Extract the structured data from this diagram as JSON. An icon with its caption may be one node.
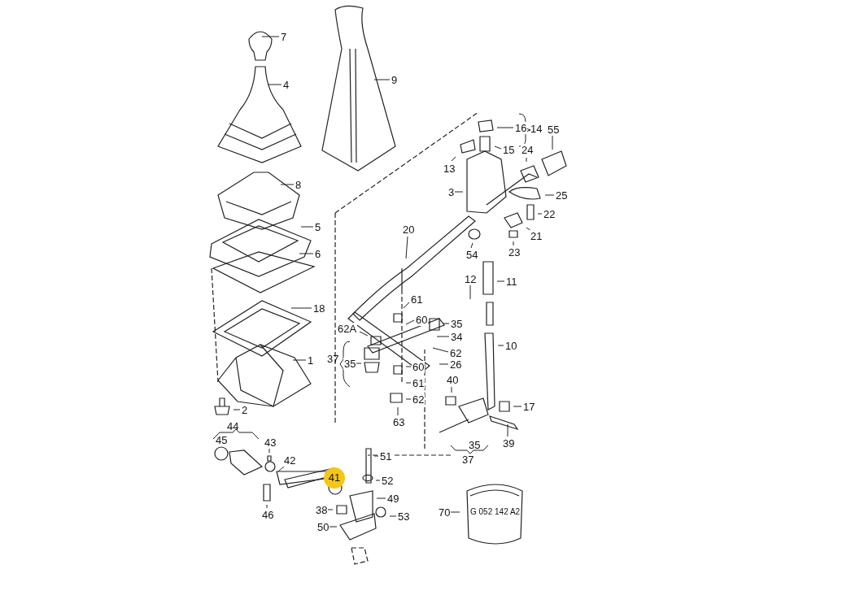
{
  "diagram": {
    "nodes": [
      {
        "text": [
          "7"
        ]
      },
      {
        "text": [
          "4"
        ]
      },
      {
        "text": [
          "9"
        ]
      },
      {
        "text": [
          "8"
        ]
      },
      {
        "text": [
          "5"
        ]
      },
      {
        "text": [
          "6"
        ]
      },
      {
        "text": [
          "18"
        ]
      },
      {
        "text": [
          "1"
        ]
      },
      {
        "text": [
          "2"
        ]
      },
      {
        "text": [
          "16"
        ]
      },
      {
        "text": [
          "15"
        ]
      },
      {
        "text": [
          "13"
        ]
      },
      {
        "text": [
          "3"
        ]
      },
      {
        "text": [
          "24"
        ]
      },
      {
        "text": [
          "55"
        ]
      },
      {
        "text": [
          "25"
        ]
      },
      {
        "text": [
          "22"
        ]
      },
      {
        "text": [
          "21"
        ]
      },
      {
        "text": [
          "23"
        ]
      },
      {
        "text": [
          "54"
        ]
      },
      {
        "text": [
          "20"
        ]
      },
      {
        "text": [
          "11"
        ]
      },
      {
        "text": [
          "12"
        ]
      },
      {
        "text": [
          "61"
        ]
      },
      {
        "text": [
          "60"
        ]
      },
      {
        "text": [
          "35"
        ]
      },
      {
        "text": [
          "62A"
        ]
      },
      {
        "text": [
          "34"
        ]
      },
      {
        "text": [
          "62"
        ]
      },
      {
        "text": [
          "10"
        ]
      },
      {
        "text": [
          "35"
        ]
      },
      {
        "text": [
          "26"
        ]
      },
      {
        "text": [
          "60"
        ]
      },
      {
        "text": [
          "61"
        ]
      },
      {
        "text": [
          "62"
        ]
      },
      {
        "text": [
          "63"
        ]
      },
      {
        "text": [
          "40"
        ]
      },
      {
        "text": [
          "17"
        ]
      },
      {
        "text": [
          "39"
        ]
      },
      {
        "text": [
          "43"
        ]
      },
      {
        "text": [
          "42"
        ]
      },
      {
        "text": [
          "46"
        ]
      },
      {
        "text": [
          "51"
        ]
      },
      {
        "text": [
          "52"
        ]
      },
      {
        "text": [
          "49"
        ]
      },
      {
        "text": [
          "38"
        ]
      },
      {
        "text": [
          "53"
        ]
      },
      {
        "text": [
          "50"
        ]
      },
      {
        "text": [
          "70"
        ]
      }
    ],
    "edges": [
      {
        "from": 0,
        "to": null,
        "arrow": "none"
      },
      {
        "from": 1,
        "to": null,
        "arrow": "none"
      },
      {
        "from": 2,
        "to": null,
        "arrow": "none"
      },
      {
        "from": 3,
        "to": null,
        "arrow": "none"
      },
      {
        "from": 4,
        "to": null,
        "arrow": "none"
      },
      {
        "from": 5,
        "to": null,
        "arrow": "none"
      },
      {
        "from": 6,
        "to": null,
        "arrow": "none"
      },
      {
        "from": 7,
        "to": null,
        "arrow": "none"
      },
      {
        "from": 8,
        "to": null,
        "arrow": "none"
      },
      {
        "from": 9,
        "to": null,
        "arrow": "none"
      },
      {
        "from": 10,
        "to": null,
        "arrow": "none"
      },
      {
        "from": 11,
        "to": null,
        "arrow": "none"
      },
      {
        "from": 12,
        "to": null,
        "arrow": "none"
      },
      {
        "from": 13,
        "to": null,
        "arrow": "none"
      },
      {
        "from": 14,
        "to": null,
        "arrow": "none"
      },
      {
        "from": 15,
        "to": null,
        "arrow": "none"
      },
      {
        "from": 16,
        "to": null,
        "arrow": "none"
      },
      {
        "from": 17,
        "to": null,
        "arrow": "none"
      },
      {
        "from": 18,
        "to": null,
        "arrow": "none"
      },
      {
        "from": 19,
        "to": null,
        "arrow": "none"
      },
      {
        "from": 20,
        "to": null,
        "arrow": "none"
      },
      {
        "from": 21,
        "to": null,
        "arrow": "none"
      },
      {
        "from": 22,
        "to": null,
        "arrow": "none"
      },
      {
        "from": 23,
        "to": null,
        "arrow": "none"
      },
      {
        "from": 24,
        "to": null,
        "arrow": "none"
      },
      {
        "from": 25,
        "to": null,
        "arrow": "none"
      },
      {
        "from": 26,
        "to": null,
        "arrow": "none"
      },
      {
        "from": 27,
        "to": null,
        "arrow": "none"
      },
      {
        "from": 28,
        "to": null,
        "arrow": "none"
      },
      {
        "from": 29,
        "to": null,
        "arrow": "none"
      },
      {
        "from": 30,
        "to": null,
        "arrow": "none"
      },
      {
        "from": 31,
        "to": null,
        "arrow": "none"
      },
      {
        "from": 32,
        "to": null,
        "arrow": "none"
      },
      {
        "from": 33,
        "to": null,
        "arrow": "none"
      },
      {
        "from": 34,
        "to": null,
        "arrow": "none"
      },
      {
        "from": 35,
        "to": null,
        "arrow": "none"
      },
      {
        "from": 36,
        "to": null,
        "arrow": "none"
      },
      {
        "from": 37,
        "to": null,
        "arrow": "none"
      },
      {
        "from": 38,
        "to": null,
        "arrow": "none"
      },
      {
        "from": 39,
        "to": null,
        "arrow": "none"
      },
      {
        "from": 40,
        "to": null,
        "arrow": "none"
      },
      {
        "from": 41,
        "to": null,
        "arrow": "none"
      },
      {
        "from": 42,
        "to": null,
        "arrow": "none"
      },
      {
        "from": 43,
        "to": null,
        "arrow": "none"
      },
      {
        "from": 44,
        "to": null,
        "arrow": "none"
      },
      {
        "from": 45,
        "to": null,
        "arrow": "none"
      },
      {
        "from": 46,
        "to": null,
        "arrow": "none"
      },
      {
        "from": 47,
        "to": null,
        "arrow": "none"
      },
      {
        "from": 48,
        "to": null,
        "arrow": "none"
      }
    ],
    "labels": [
      "14",
      "44",
      "45",
      "37",
      "35",
      "37",
      "41",
      "G 052 142 A2"
    ]
  }
}
